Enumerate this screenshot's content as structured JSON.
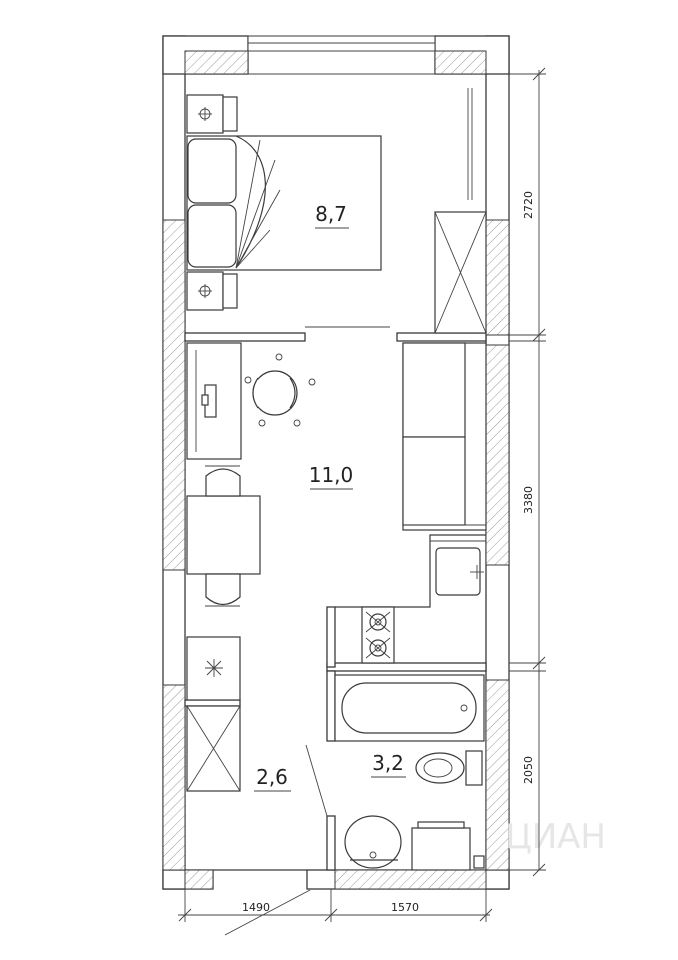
{
  "rooms": {
    "bedroom_area": "8,7",
    "living_area": "11,0",
    "hall_area": "2,6",
    "bath_area": "3,2"
  },
  "dimensions": {
    "right_top": "2720",
    "right_middle": "3380",
    "right_bottom": "2050",
    "bottom_left": "1490",
    "bottom_right": "1570"
  },
  "watermark": "ЦИАН"
}
